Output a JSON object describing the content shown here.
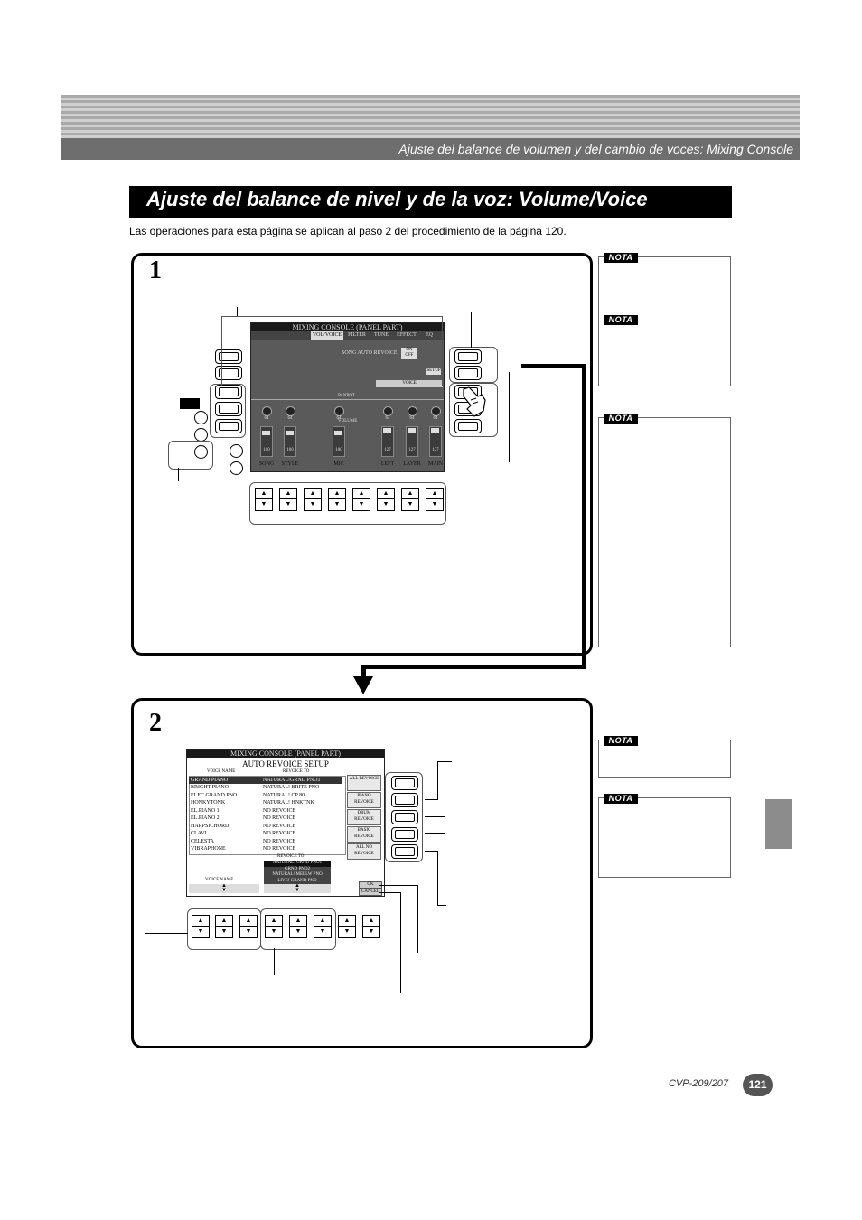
{
  "header": {
    "section_title": "Ajuste del balance de volumen y del cambio de voces: Mixing Console"
  },
  "page": {
    "title": "Ajuste del balance de nivel y de la voz: Volume/Voice",
    "intro": "Las operaciones para esta página se aplican al paso 2 del procedimiento de la página 120.",
    "model": "CVP-209/207",
    "number": "121"
  },
  "notes": {
    "label": "NOTA"
  },
  "step1": {
    "number": "1",
    "screen": {
      "title": "MIXING CONSOLE (PANEL PART)",
      "tabs": [
        "VOL/VOICE",
        "FILTER",
        "TUNE",
        "EFFECT",
        "EQ"
      ],
      "song_auto_revoice_label": "SONG AUTO REVOICE",
      "song_auto_revoice_options": [
        "ON",
        "OFF"
      ],
      "setup_label": "SETUP",
      "voice_label": "VOICE",
      "panpot_label": "PANPOT",
      "volume_label": "VOLUME",
      "channels": [
        {
          "name": "SONG",
          "pan": "64",
          "vol": "100"
        },
        {
          "name": "STYLE",
          "pan": "64",
          "vol": "100"
        },
        {
          "name": "MIC",
          "pan": "64",
          "vol": "100"
        },
        {
          "name": "LEFT",
          "pan": "64",
          "vol": "127"
        },
        {
          "name": "LAYER",
          "pan": "64",
          "vol": "127"
        },
        {
          "name": "MAIN",
          "pan": "64",
          "vol": "127"
        }
      ]
    }
  },
  "step2": {
    "number": "2",
    "screen": {
      "title": "MIXING CONSOLE (PANEL PART)",
      "subtitle": "AUTO REVOICE SETUP",
      "col_voice": "VOICE NAME",
      "col_revoice": "REVOICE TO",
      "rows": [
        {
          "voice": "GRAND PIANO",
          "revoice": "NATURAL!GRND PNO1"
        },
        {
          "voice": "BRIGHT PIANO",
          "revoice": "NATURAL! BRITE PNO"
        },
        {
          "voice": "ELEC GRAND PNO",
          "revoice": "NATURAL! CP 80"
        },
        {
          "voice": "HONKYTONK",
          "revoice": "NATURAL! HNKTNK"
        },
        {
          "voice": "EL.PIANO 1",
          "revoice": "NO REVOICE"
        },
        {
          "voice": "EL.PIANO 2",
          "revoice": "NO REVOICE"
        },
        {
          "voice": "HARPSICHORD",
          "revoice": "NO REVOICE"
        },
        {
          "voice": "CLAVI.",
          "revoice": "NO REVOICE"
        },
        {
          "voice": "CELESTA",
          "revoice": "NO REVOICE"
        },
        {
          "voice": "VIBRAPHONE",
          "revoice": "NO REVOICE"
        }
      ],
      "right_buttons": [
        "ALL REVOICE",
        "PIANO REVOICE",
        "DRUM REVOICE",
        "BASIC REVOICE",
        "ALL NO REVOICE"
      ],
      "revoice_to_label": "REVOICE TO",
      "revoice_to_list": [
        "NATURAL! GRND PNO1",
        "GRND PNO2",
        "NATURAL! MELLW PNO",
        "LIVE! GRAND PNO"
      ],
      "voice_name_label": "VOICE NAME",
      "ok_label": "OK",
      "cancel_label": "CANCEL"
    }
  }
}
